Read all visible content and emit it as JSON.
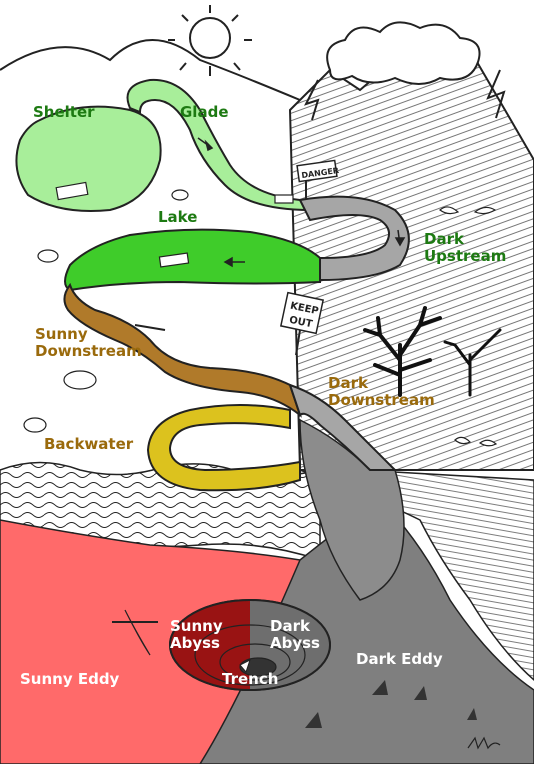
{
  "labels": {
    "shelter": "Shelter",
    "glade": "Glade",
    "lake": "Lake",
    "dark_upstream": "Dark\nUpstream",
    "sunny_downstream": "Sunny\nDownstream",
    "dark_downstream": "Dark\nDownstream",
    "backwater": "Backwater",
    "sunny_abyss": "Sunny\nAbyss",
    "dark_abyss": "Dark\nAbyss",
    "trench": "Trench",
    "sunny_eddy": "Sunny Eddy",
    "dark_eddy": "Dark Eddy"
  },
  "signs": {
    "danger": "DANGER",
    "keep_out_line1": "KEEP",
    "keep_out_line2": "OUT"
  },
  "colors": {
    "light_green": "#a8ee9a",
    "green": "#3fcc2a",
    "brown": "#b07a2a",
    "yellow": "#dcc21e",
    "gray": "#a6a6a6",
    "dark_gray": "#7f7f7f",
    "red": "#ff6a6a",
    "dark_red": "#991313",
    "label_green": "#1d7a12",
    "label_brown": "#9a6a0c"
  }
}
